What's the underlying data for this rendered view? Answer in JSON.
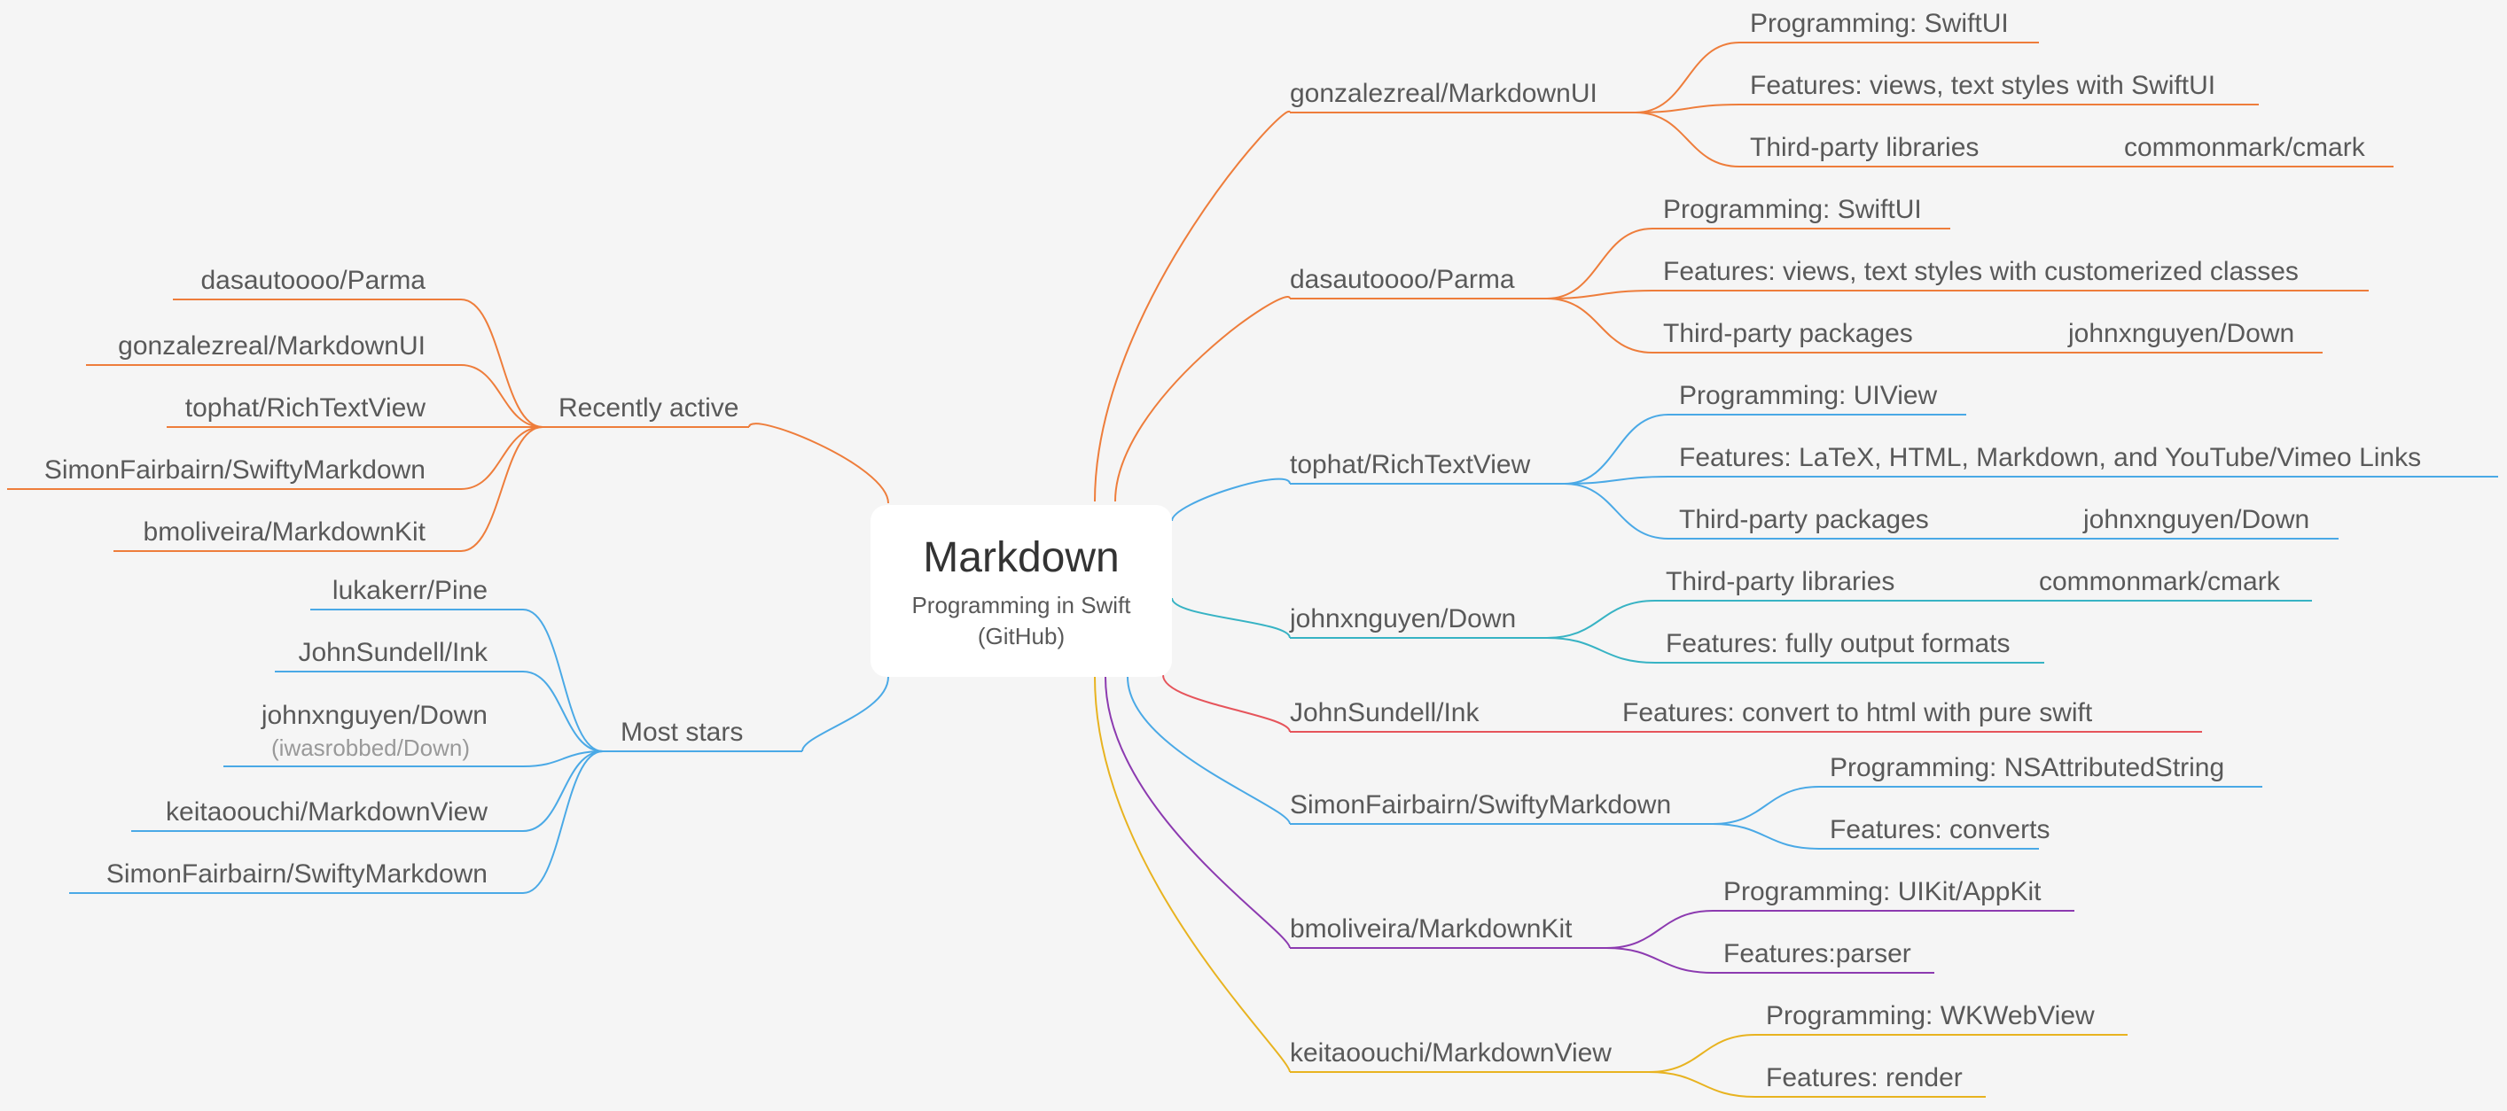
{
  "colors": {
    "background": "#f5f5f5",
    "text": "#595959",
    "title": "#333333",
    "muted": "#999999",
    "orange": "#ee7d3b",
    "blue": "#4aa9e6",
    "teal": "#37b3c4",
    "red": "#e6545b",
    "purple": "#8c3ab0",
    "yellow": "#e8b320"
  },
  "center": {
    "title": "Markdown",
    "subtitle": "Programming in Swift",
    "note": "(GitHub)"
  },
  "left": [
    {
      "label": "Recently active",
      "color": "orange",
      "children": [
        {
          "label": "dasautoooo/Parma"
        },
        {
          "label": "gonzalezreal/MarkdownUI"
        },
        {
          "label": "tophat/RichTextView"
        },
        {
          "label": "SimonFairbairn/SwiftyMarkdown"
        },
        {
          "label": "bmoliveira/MarkdownKit"
        }
      ]
    },
    {
      "label": "Most stars",
      "color": "blue",
      "children": [
        {
          "label": "lukakerr/Pine"
        },
        {
          "label": "JohnSundell/Ink"
        },
        {
          "label": "johnxnguyen/Down",
          "sub": "(iwasrobbed/Down)"
        },
        {
          "label": "keitaoouchi/MarkdownView"
        },
        {
          "label": "SimonFairbairn/SwiftyMarkdown"
        }
      ]
    }
  ],
  "right": [
    {
      "label": "gonzalezreal/MarkdownUI",
      "color": "orange",
      "children": [
        {
          "label": "Programming: SwiftUI"
        },
        {
          "label": "Features: views, text styles with SwiftUI"
        },
        {
          "label": "Third-party libraries",
          "value": "commonmark/cmark"
        }
      ]
    },
    {
      "label": "dasautoooo/Parma",
      "color": "orange",
      "children": [
        {
          "label": "Programming: SwiftUI"
        },
        {
          "label": "Features: views, text styles with customerized classes"
        },
        {
          "label": "Third-party packages",
          "value": "johnxnguyen/Down"
        }
      ]
    },
    {
      "label": "tophat/RichTextView",
      "color": "blue",
      "children": [
        {
          "label": "Programming: UIView"
        },
        {
          "label": "Features:  LaTeX, HTML, Markdown, and YouTube/Vimeo Links"
        },
        {
          "label": "Third-party packages",
          "value": "johnxnguyen/Down"
        }
      ]
    },
    {
      "label": "johnxnguyen/Down",
      "color": "teal",
      "children": [
        {
          "label": "Third-party libraries",
          "value": "commonmark/cmark"
        },
        {
          "label": "Features: fully output formats"
        }
      ]
    },
    {
      "label": "JohnSundell/Ink",
      "color": "red",
      "children": [
        {
          "label": "Features: convert to html with pure swift"
        }
      ]
    },
    {
      "label": "SimonFairbairn/SwiftyMarkdown",
      "color": "blue",
      "children": [
        {
          "label": "Programming: NSAttributedString"
        },
        {
          "label": "Features: converts"
        }
      ]
    },
    {
      "label": "bmoliveira/MarkdownKit",
      "color": "purple",
      "children": [
        {
          "label": "Programming: UIKit/AppKit"
        },
        {
          "label": "Features:parser"
        }
      ]
    },
    {
      "label": "keitaoouchi/MarkdownView",
      "color": "yellow",
      "children": [
        {
          "label": "Programming: WKWebView"
        },
        {
          "label": "Features: render"
        }
      ]
    }
  ]
}
